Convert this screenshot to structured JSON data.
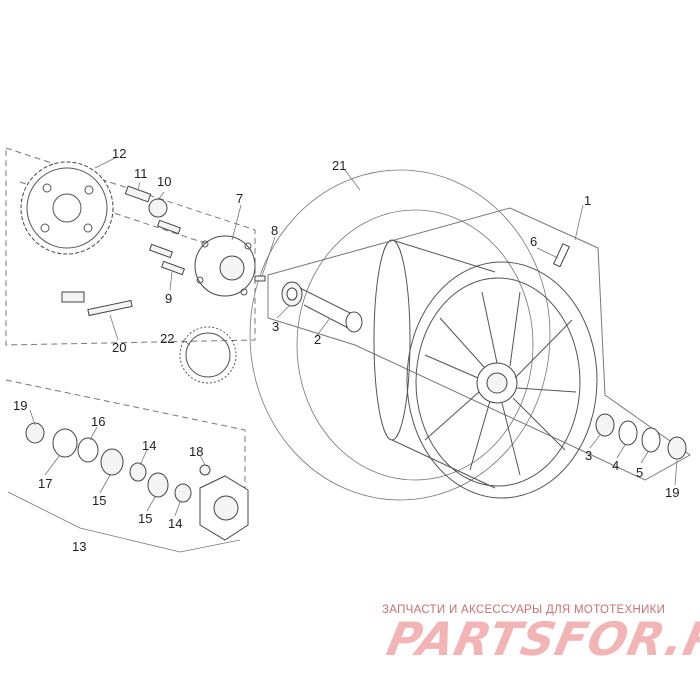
{
  "diagram": {
    "callouts": {
      "c1": "1",
      "c2": "2",
      "c3a": "3",
      "c3b": "3",
      "c4": "4",
      "c5": "5",
      "c6": "6",
      "c7": "7",
      "c8": "8",
      "c9": "9",
      "c10": "10",
      "c11": "11",
      "c12": "12",
      "c13": "13",
      "c14a": "14",
      "c14b": "14",
      "c15a": "15",
      "c15b": "15",
      "c16": "16",
      "c17": "17",
      "c18": "18",
      "c19a": "19",
      "c19b": "19",
      "c20": "20",
      "c21": "21",
      "c22": "22"
    }
  },
  "watermark": {
    "tagline": "ЗАПЧАСТИ И АКСЕССУАРЫ ДЛЯ МОТОТЕХНИКИ",
    "logo": "PARTSFOR.RU"
  }
}
